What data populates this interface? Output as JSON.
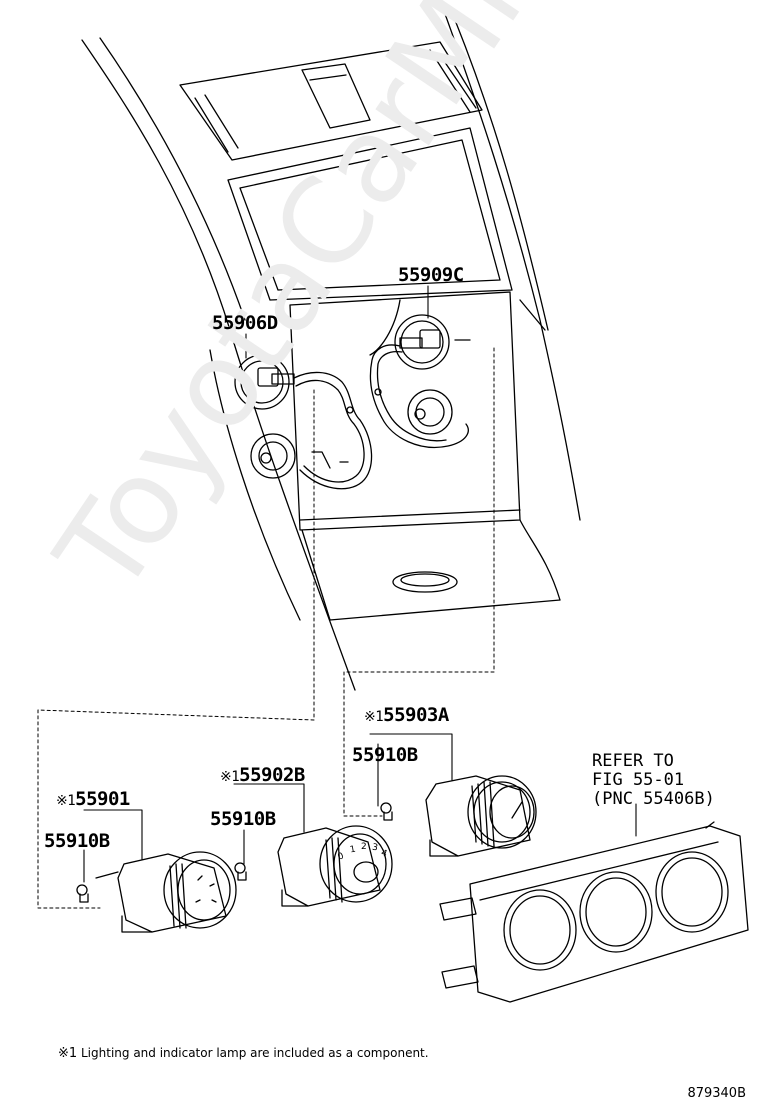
{
  "labels": {
    "p55909C": "55909C",
    "p55906D": "55906D",
    "p55903A": "55903A",
    "p55902B": "55902B",
    "p55901": "55901",
    "p55910B_1": "55910B",
    "p55910B_2": "55910B",
    "p55910B_3": "55910B",
    "mark": "※1"
  },
  "refer": {
    "line1": "REFER TO",
    "line2": "FIG 55-01",
    "line3": "(PNC 55406B)"
  },
  "knob_numbers": [
    "0",
    "1",
    "2",
    "3",
    "4"
  ],
  "footnote": {
    "mark": "※1",
    "text": "Lighting and indicator lamp are included as a component."
  },
  "figure_number": "879340B",
  "watermark": "ToyotaCarMine.ru"
}
